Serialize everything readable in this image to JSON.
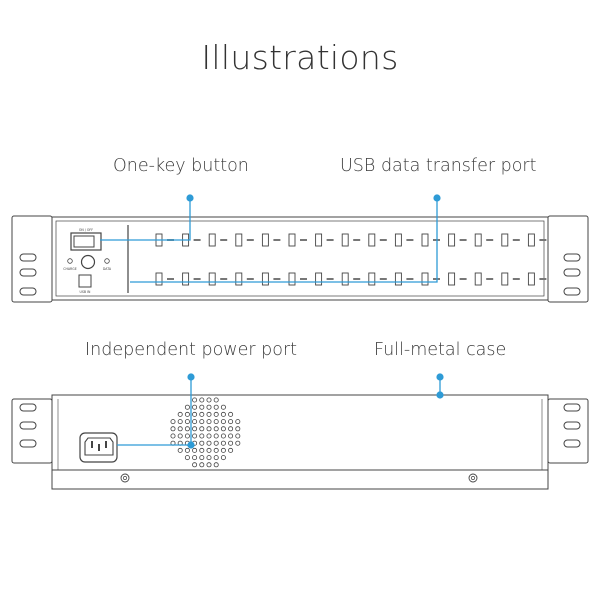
{
  "title": "Illustrations",
  "callouts": {
    "one_key_button": "One-key button",
    "usb_port": "USB data transfer port",
    "power_port": "Independent power port",
    "metal_case": "Full-metal case"
  },
  "panel_labels": {
    "on_off": "ON / OFF",
    "charge": "CHARGE",
    "data": "DATA",
    "usb_in": "USB IN"
  },
  "port_count_per_row": 15,
  "accent_color": "#2e9bd6",
  "outline_color": "#444444"
}
